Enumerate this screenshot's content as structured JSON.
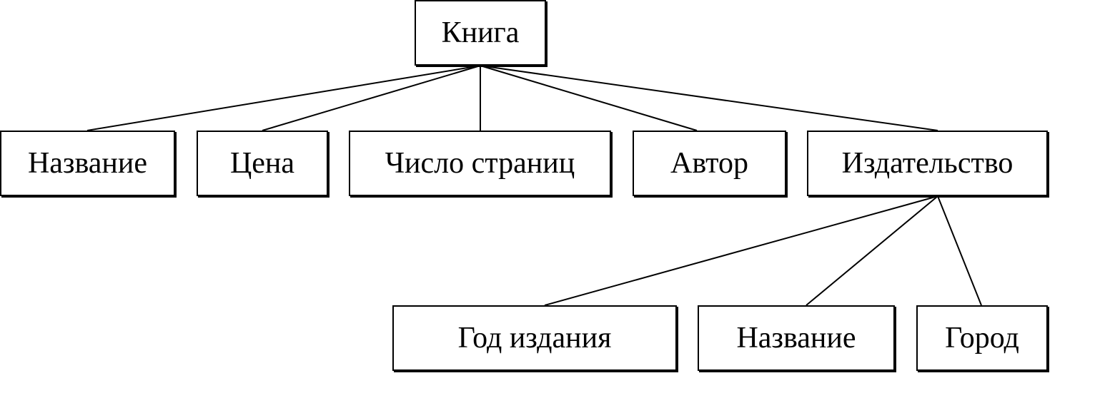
{
  "diagram": {
    "root": "Книга",
    "children": [
      "Название",
      "Цена",
      "Число страниц",
      "Автор",
      "Издательство"
    ],
    "publisher_children": [
      "Год издания",
      "Название",
      "Город"
    ]
  }
}
